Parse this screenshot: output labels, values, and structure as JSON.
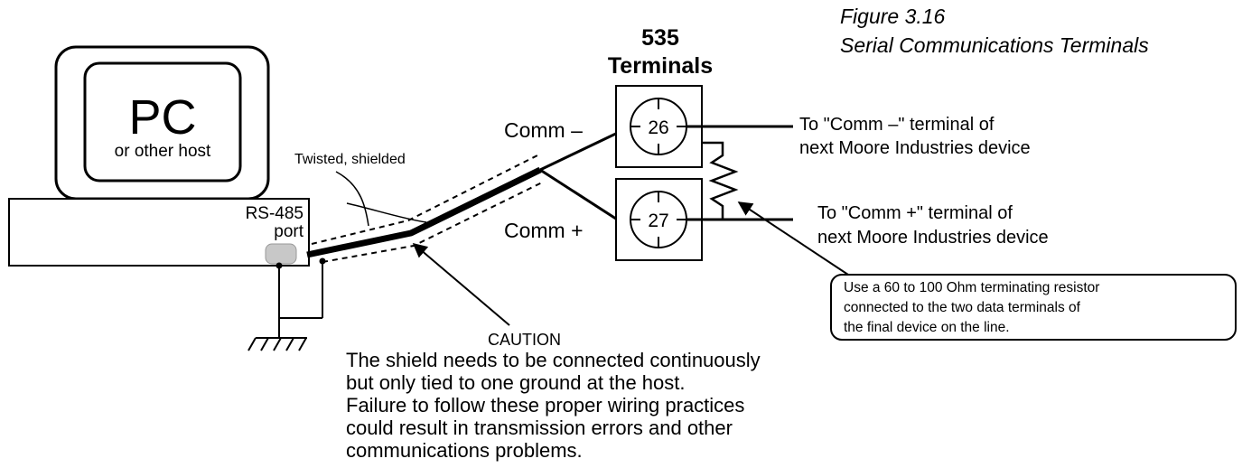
{
  "figure": {
    "number": "Figure 3.16",
    "title": "Serial Communications Terminals"
  },
  "terminals": {
    "header_line1": "535",
    "header_line2": "Terminals",
    "comm_minus_label": "Comm –",
    "comm_plus_label": "Comm +",
    "terminal_minus_number": "26",
    "terminal_plus_number": "27"
  },
  "host": {
    "pc_label": "PC",
    "pc_sublabel": "or other host",
    "port_label_line1": "RS-485",
    "port_label_line2": "port"
  },
  "cable": {
    "label": "Twisted, shielded"
  },
  "next_device": {
    "minus_line1": "To \"Comm –\" terminal of",
    "minus_line2": "next Moore Industries device",
    "plus_line1": "To \"Comm +\" terminal of",
    "plus_line2": "next Moore Industries device"
  },
  "resistor_note": {
    "line1": "Use a 60 to 100 Ohm terminating resistor",
    "line2": "connected to the two data terminals of",
    "line3": "the final device on the line."
  },
  "caution": {
    "title": "CAUTION",
    "lines": [
      "The shield needs to be connected continuously",
      "but only tied to one ground at the host.",
      "Failure to follow these proper wiring practices",
      "could result in transmission errors and other",
      "communications problems."
    ]
  }
}
